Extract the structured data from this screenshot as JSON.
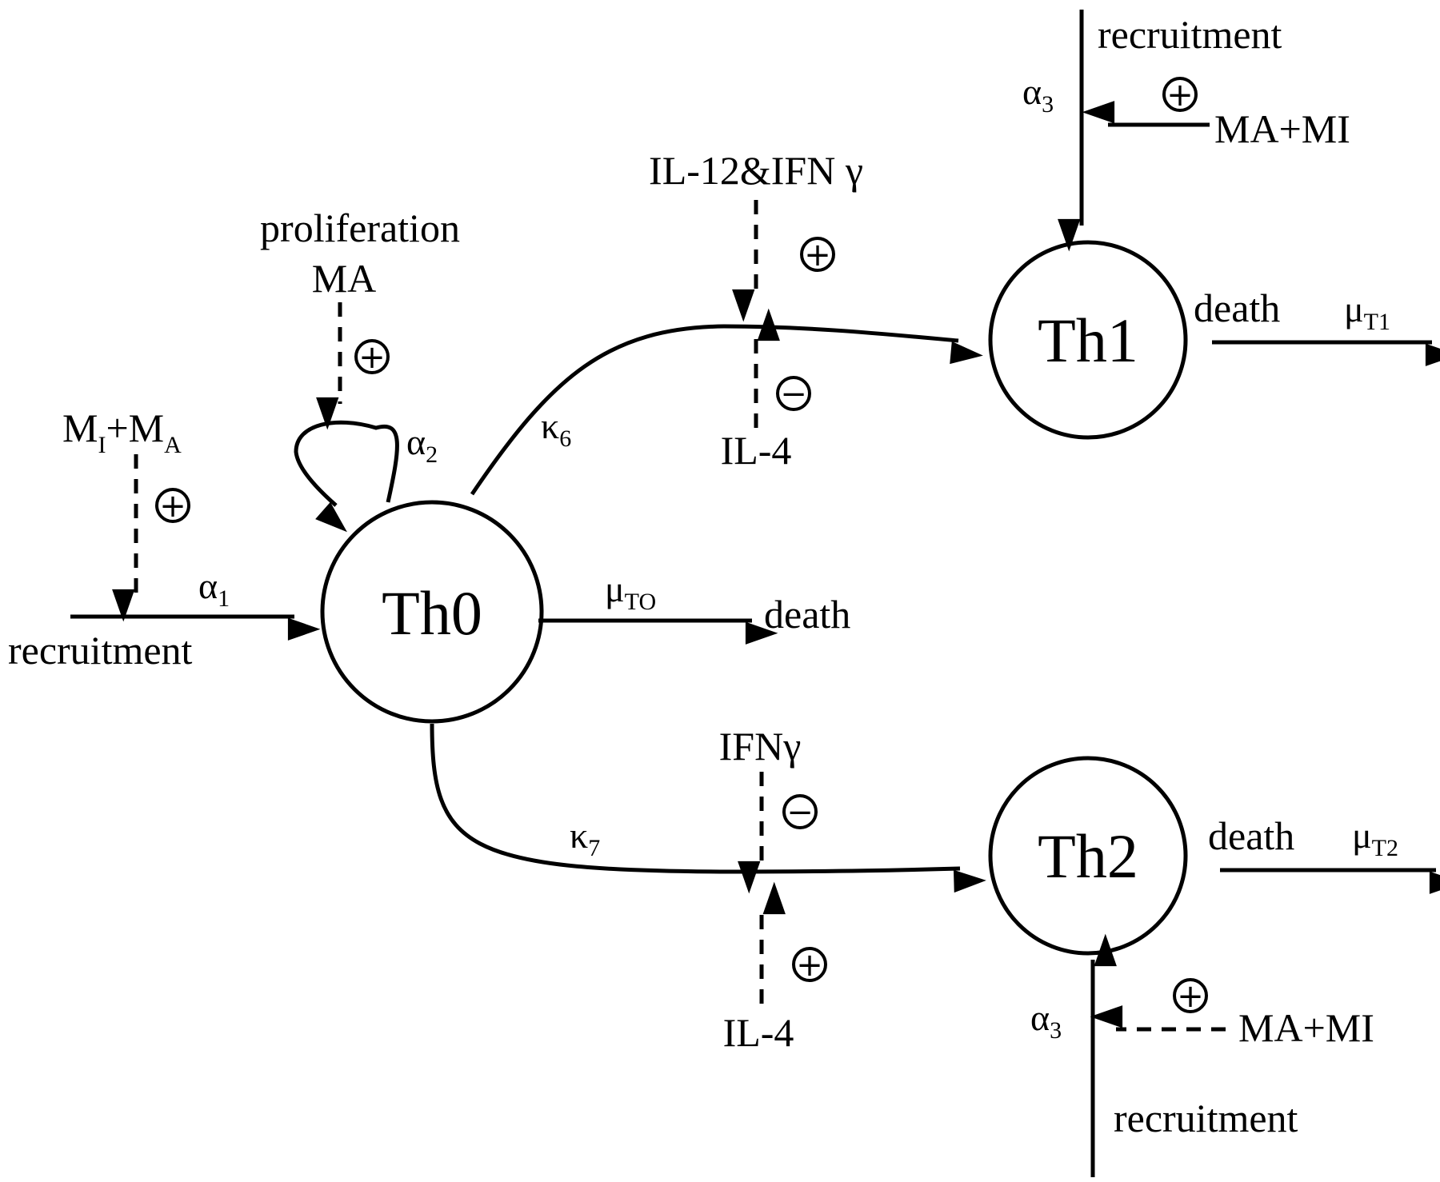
{
  "nodes": {
    "th0": "Th0",
    "th1": "Th1",
    "th2": "Th2"
  },
  "labels": {
    "recruitment_th0": "recruitment",
    "recruitment_th1": "recruitment",
    "recruitment_th2": "recruitment",
    "proliferation": "proliferation",
    "ma_prolif": "MA",
    "mi_ma_M1": "M",
    "mi_ma_sub1": "I",
    "mi_ma_plus": "+M",
    "mi_ma_sub2": "A",
    "death_th0": "death",
    "death_th1": "death",
    "death_th2": "death",
    "il12_ifn": "IL-12&IFN γ",
    "il4_top": "IL-4",
    "ifn_gamma": "IFNγ",
    "il4_bottom": "IL-4",
    "ma_mi_th1": "MA+MI",
    "ma_mi_th2": "MA+MI"
  },
  "rates": {
    "alpha": "α",
    "alpha1_sub": "1",
    "alpha2_sub": "2",
    "alpha3_sub": "3",
    "kappa": "κ",
    "k6_sub": "6",
    "k7_sub": "7",
    "mu": "μ",
    "mu_t0_sub": "TO",
    "mu_t1_sub": "T1",
    "mu_t2_sub": "T2"
  },
  "signs": {
    "plus": "+",
    "minus": "−"
  },
  "colors": {
    "line": "#000000",
    "background": "#ffffff"
  }
}
